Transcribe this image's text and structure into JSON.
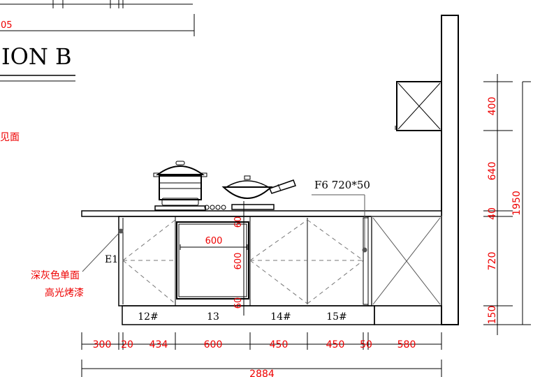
{
  "title": "ION B",
  "top_dimension": "05",
  "top_left_label": "见面",
  "side_note": {
    "line1": "深灰色单面",
    "line2": "高光烤漆"
  },
  "tag_e1": "E1",
  "tag_f6": "F6 720*50",
  "cabinet_numbers": [
    "12#",
    "13",
    "14#",
    "15#"
  ],
  "oven_width": "600",
  "oven_heights": {
    "top": "60",
    "middle": "600",
    "bottom": "60"
  },
  "bottom_dimensions": [
    "300",
    "20",
    "434",
    "600",
    "450",
    "450",
    "50",
    "580"
  ],
  "total_width": "2884",
  "right_dimensions": [
    "400",
    "640",
    "40",
    "720",
    "150"
  ],
  "total_height": "1950",
  "colors": {
    "dimension": "#e00000",
    "line": "#000000",
    "hidden": "#777777"
  }
}
